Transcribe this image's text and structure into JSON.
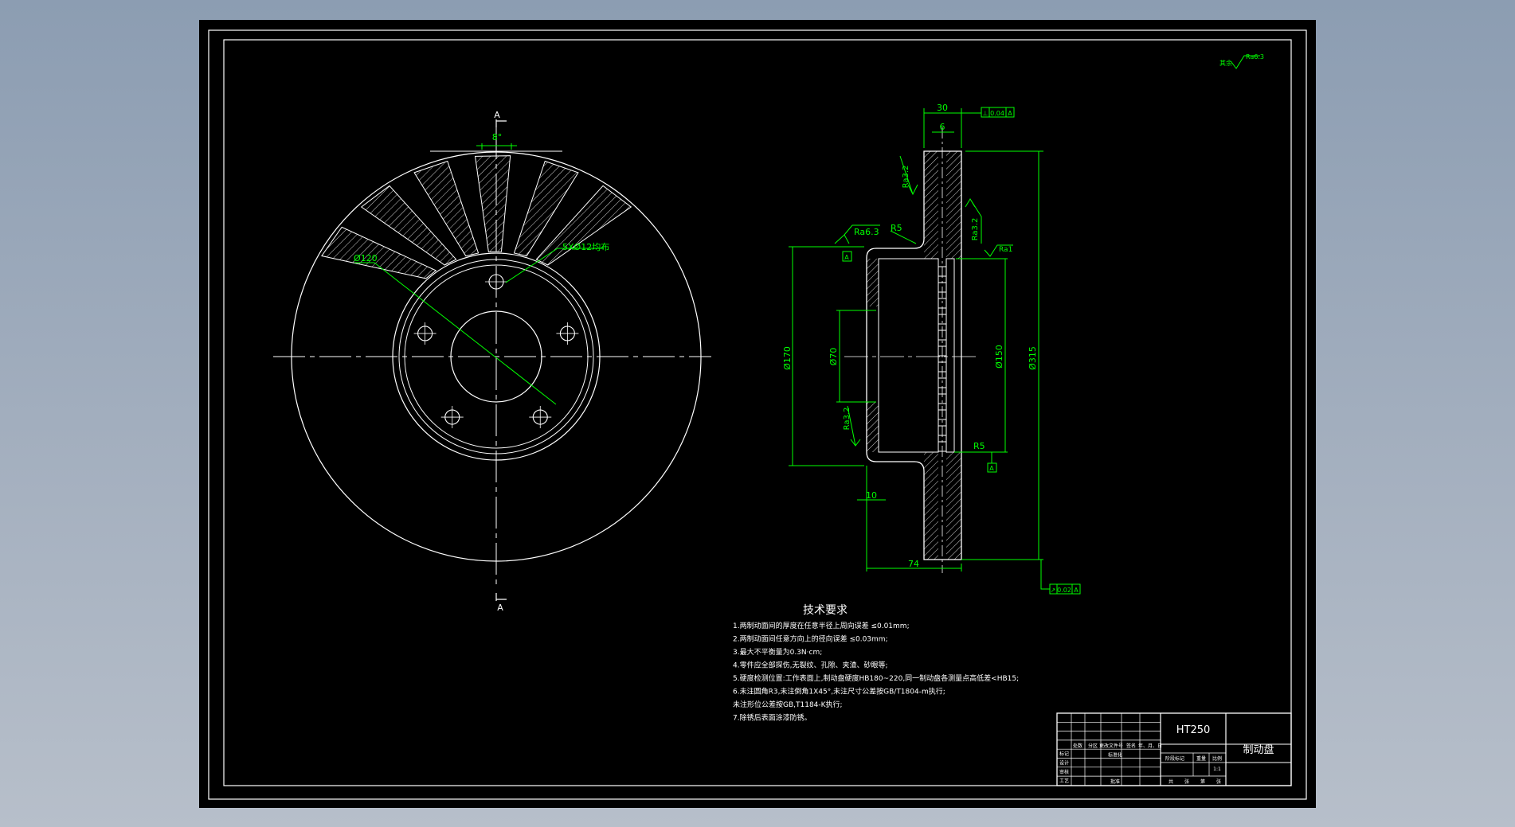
{
  "colors": {
    "line": "#ffffff",
    "dim": "#00ff00",
    "hatch": "#cfcfcf",
    "paper": "#000000"
  },
  "front_view": {
    "section_mark": "A",
    "angle_label": "8°",
    "bolt_circle_label": "Ø120",
    "holes_label": "5XØ12均布"
  },
  "section_view": {
    "dim_30": "30",
    "dim_6": "6",
    "dim_74": "74",
    "dim_10": "10",
    "dia_170": "Ø170",
    "dia_70": "Ø70",
    "dia_150": "Ø150",
    "dia_315": "Ø315",
    "r_top": "R5",
    "r_bottom": "R5",
    "ra_outer_top": "Ra3.2",
    "ra_outer_face": "Ra6.3",
    "ra_inner_face": "Ra3.2",
    "ra_hub": "Ra3.2",
    "ra_hat": "Ra1",
    "datum": "A",
    "tol_top": [
      "⊥",
      "0.04",
      "A"
    ],
    "tol_bottom": [
      "↗",
      "0.02",
      "A"
    ]
  },
  "corner_roughness": "Ra6.3",
  "corner_roughness_prefix": "其余",
  "tech_requirements": {
    "title": "技术要求",
    "items": [
      "1.两制动面间的厚度在任意半径上周向误差 ≤0.01mm;",
      "2.两制动面间任意方向上的径向误差 ≤0.03mm;",
      "3.最大不平衡量为0.3N·cm;",
      "4.零件应全部探伤,无裂纹、孔隙、夹渣、砂眼等;",
      "5.硬度检测位置:工作表面上,制动盘硬度HB180~220,同一制动盘各测量点高低差<HB15;",
      "6.未注圆角R3,未注倒角1X45°,未注尺寸公差按GB/T1804-m执行;",
      "  未注形位公差按GB,T1184-K执行;",
      "7.除锈后表面涂漆防锈。"
    ]
  },
  "title_block": {
    "material": "HT250",
    "part_name": "制动盘",
    "rows": [
      "标记",
      "设计",
      "审核",
      "工艺"
    ],
    "row_cols": [
      "处数",
      "分区",
      "更改文件号",
      "签名",
      "年、月、日"
    ],
    "mid_labels": [
      "标准化",
      "批准"
    ],
    "stage_labels": [
      "阶段标记",
      "重量",
      "比例"
    ],
    "scale": "1:1",
    "sheet_labels": [
      "共",
      "张",
      "第",
      "张"
    ]
  }
}
